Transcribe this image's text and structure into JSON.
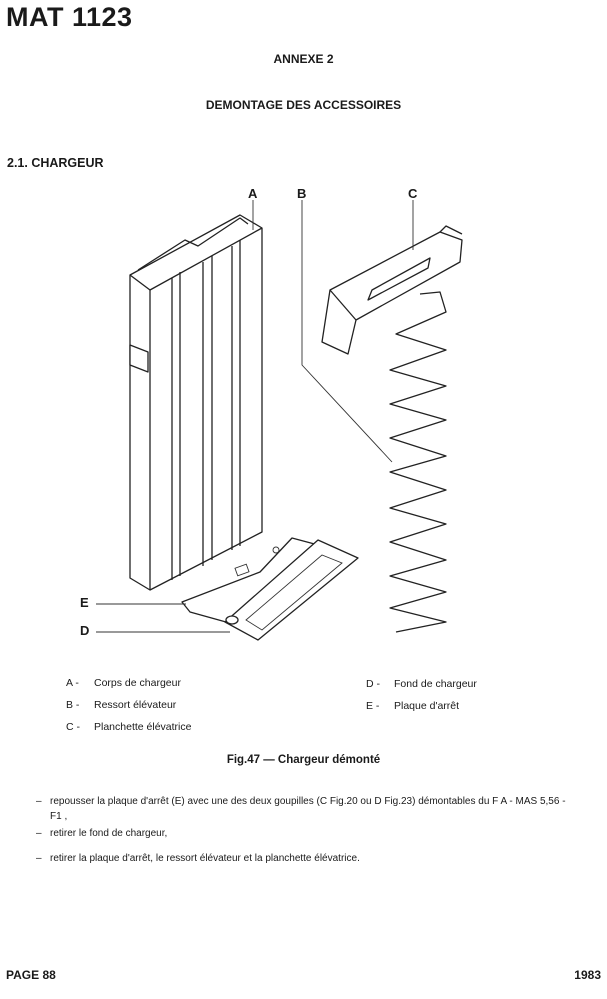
{
  "header": {
    "doc_id": "MAT 1123",
    "annex": "ANNEXE 2",
    "title": "DEMONTAGE DES ACCESSOIRES"
  },
  "section": {
    "title": "2.1. CHARGEUR"
  },
  "figure": {
    "labels": {
      "A": "A",
      "B": "B",
      "C": "C",
      "D": "D",
      "E": "E"
    },
    "legend": [
      {
        "key": "A -",
        "text": "Corps de chargeur"
      },
      {
        "key": "B -",
        "text": "Ressort élévateur"
      },
      {
        "key": "C -",
        "text": "Planchette élévatrice"
      },
      {
        "key": "D -",
        "text": "Fond de chargeur"
      },
      {
        "key": "E -",
        "text": "Plaque d'arrêt"
      }
    ],
    "caption": "Fig.47 — Chargeur démonté"
  },
  "instructions": [
    "repousser la plaque d'arrêt (E) avec une des deux goupilles (C Fig.20 ou D Fig.23) démontables du F A - MAS 5,56 - F1 ,",
    "retirer le fond de chargeur,",
    "retirer la plaque d'arrêt, le ressort élévateur et la planchette élévatrice."
  ],
  "footer": {
    "page": "PAGE 88",
    "year": "1983"
  }
}
